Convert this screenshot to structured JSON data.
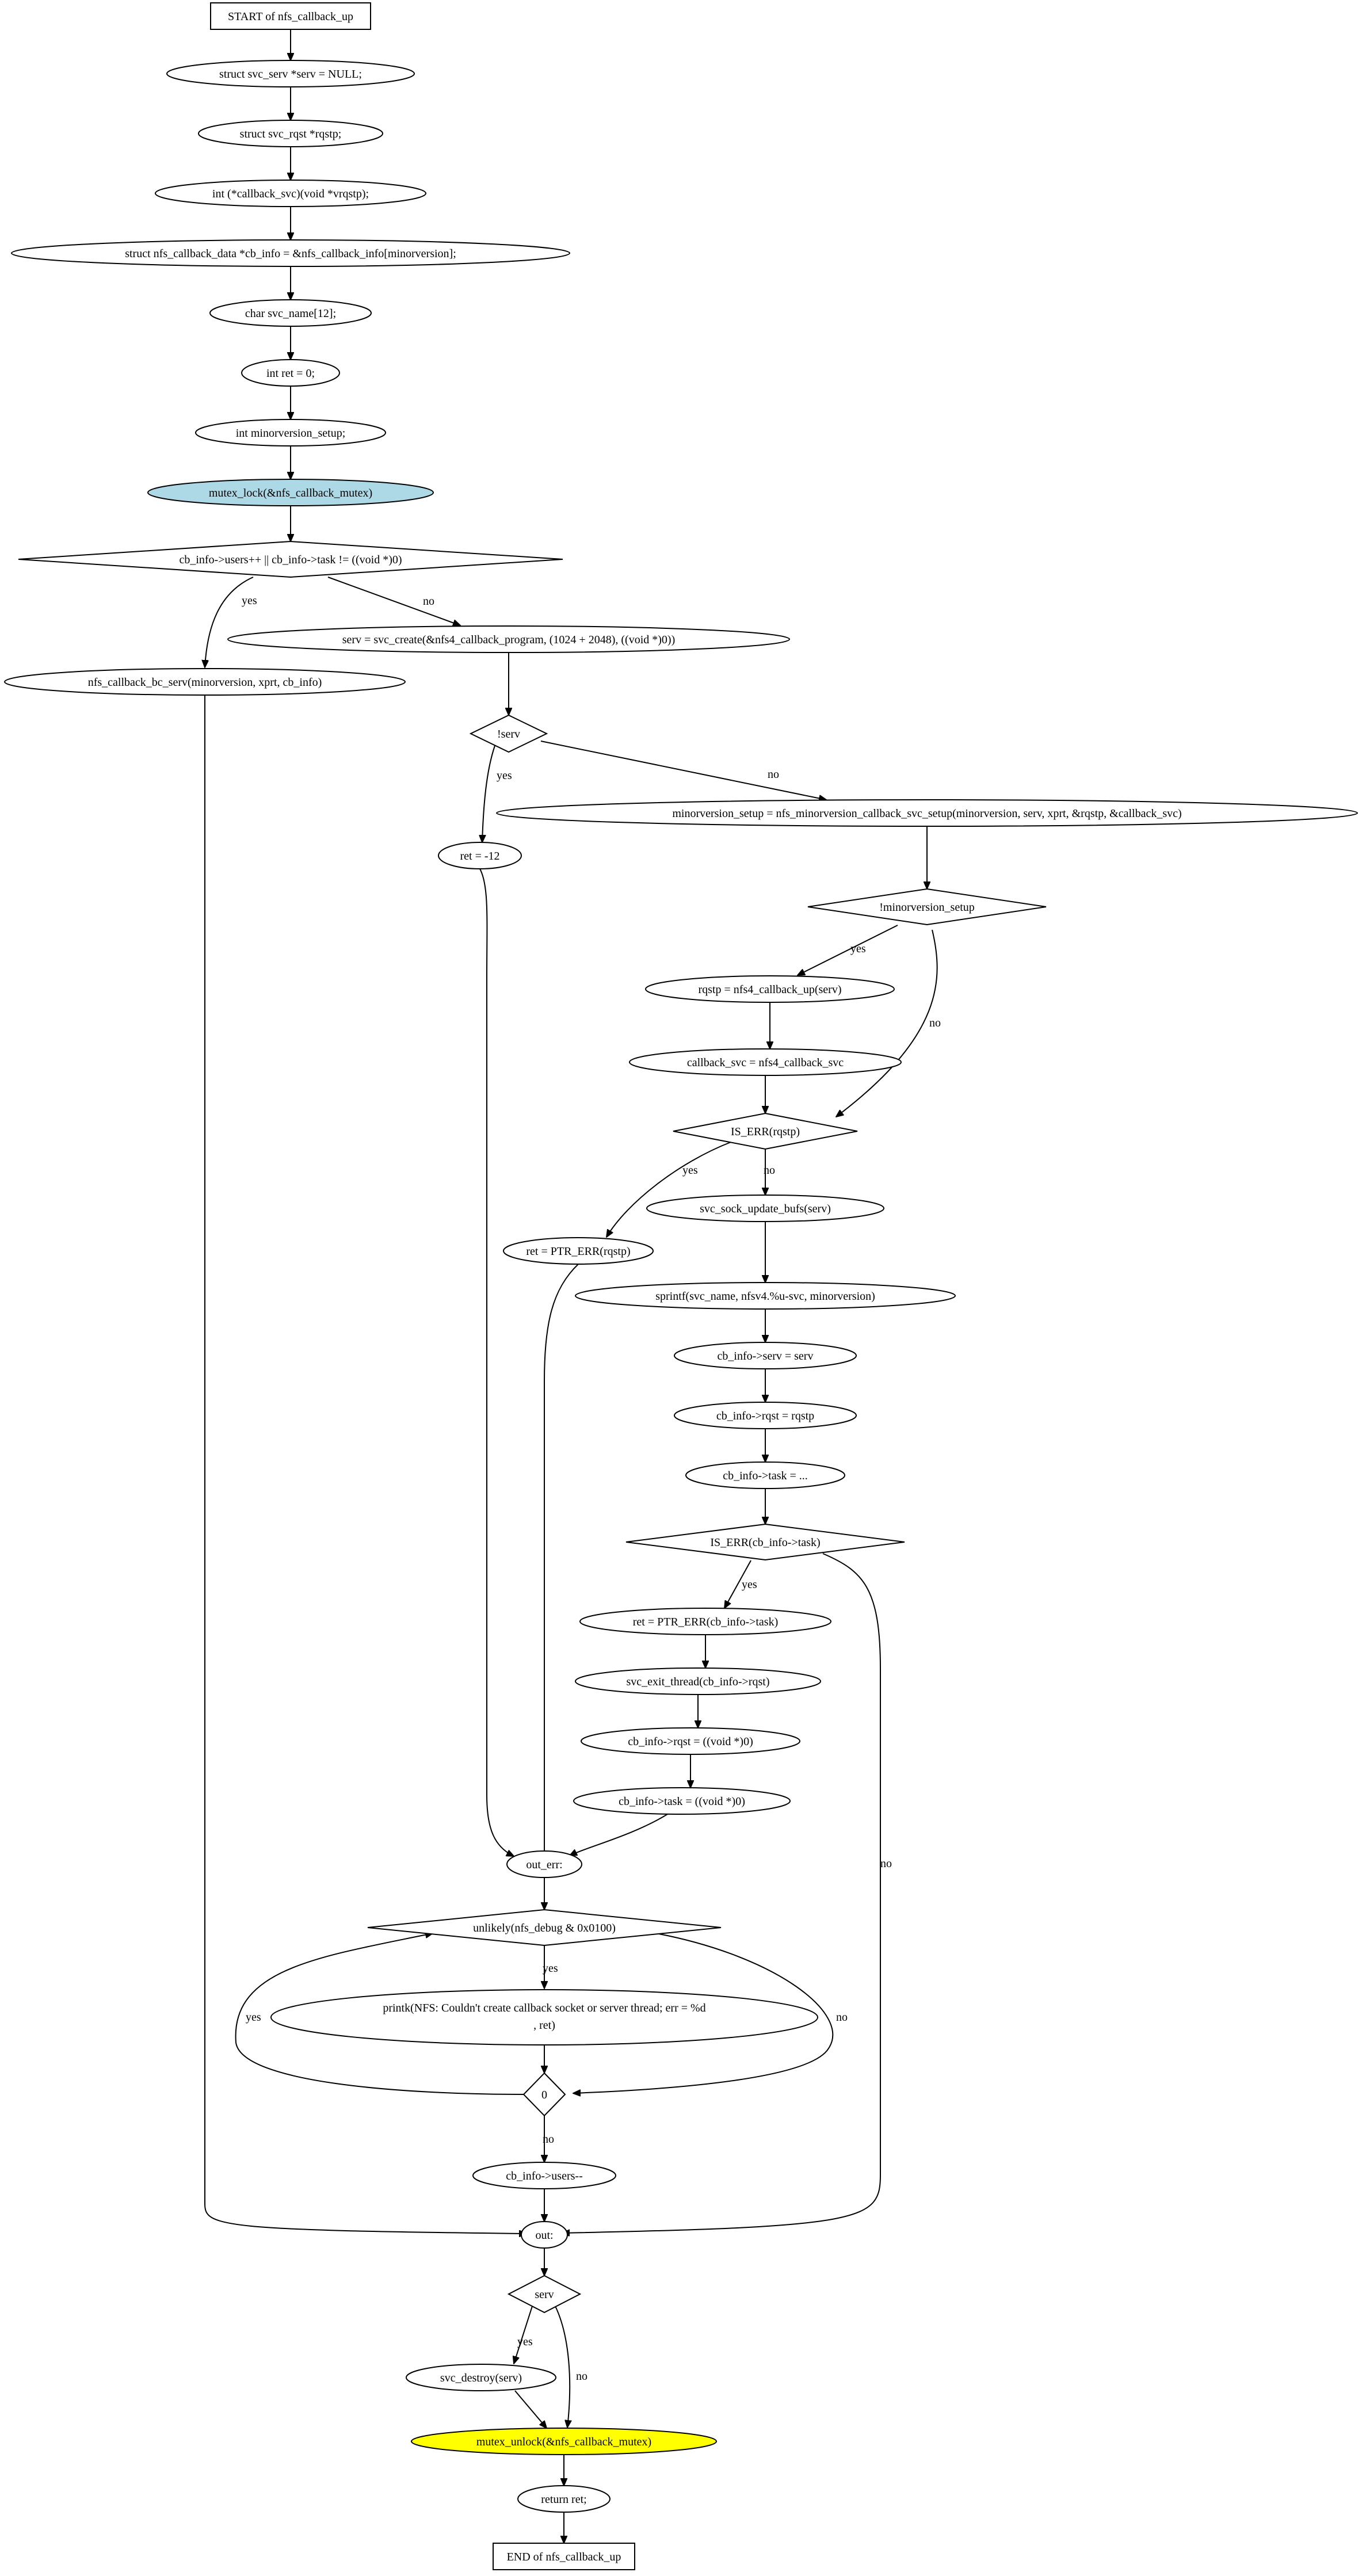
{
  "colors": {
    "background": "#ffffff",
    "line": "#000000",
    "node_fill": "#ffffff",
    "mutex_lock_fill": "#add8e6",
    "mutex_unlock_fill": "#ffff00"
  },
  "nodes": {
    "start": "START of nfs_callback_up",
    "serv_decl": "struct svc_serv *serv = NULL;",
    "rqstp_decl": "struct svc_rqst *rqstp;",
    "callback_svc_decl": "int (*callback_svc)(void *vrqstp);",
    "cb_info_decl": "struct nfs_callback_data *cb_info = &nfs_callback_info[minorversion];",
    "svc_name_decl": "char svc_name[12];",
    "ret_decl": "int ret = 0;",
    "minorversion_setup_decl": "int minorversion_setup;",
    "mutex_lock": "mutex_lock(&nfs_callback_mutex)",
    "users_check": "cb_info->users++ || cb_info->task != ((void *)0)",
    "bc_serv": "nfs_callback_bc_serv(minorversion, xprt, cb_info)",
    "svc_create": "serv = svc_create(&nfs4_callback_program, (1024 + 2048), ((void *)0))",
    "not_serv": "!serv",
    "ret_minus12": "ret = -12",
    "minorversion_setup_call": "minorversion_setup = nfs_minorversion_callback_svc_setup(minorversion, serv, xprt, &rqstp, &callback_svc)",
    "not_minorversion_setup": "!minorversion_setup",
    "rqstp_up": "rqstp = nfs4_callback_up(serv)",
    "callback_svc_assign": "callback_svc = nfs4_callback_svc",
    "is_err_rqstp": "IS_ERR(rqstp)",
    "ret_ptr_err_rqstp": "ret = PTR_ERR(rqstp)",
    "svc_sock_update": "svc_sock_update_bufs(serv)",
    "sprintf": "sprintf(svc_name, nfsv4.%u-svc, minorversion)",
    "cb_serv": "cb_info->serv = serv",
    "cb_rqst": "cb_info->rqst = rqstp",
    "cb_task": "cb_info->task = ...",
    "is_err_task": "IS_ERR(cb_info->task)",
    "ret_ptr_err_task": "ret = PTR_ERR(cb_info->task)",
    "svc_exit_thread": "svc_exit_thread(cb_info->rqst)",
    "cb_rqst_null": "cb_info->rqst = ((void *)0)",
    "cb_task_null": "cb_info->task = ((void *)0)",
    "out_err": "out_err:",
    "unlikely": "unlikely(nfs_debug & 0x0100)",
    "printk_line1": "printk(NFS: Couldn't create callback socket or server thread; err = %d",
    "printk_line2": ", ret)",
    "zero": "0",
    "users_dec": "cb_info->users--",
    "out": "out:",
    "serv_check": "serv",
    "svc_destroy": "svc_destroy(serv)",
    "mutex_unlock": "mutex_unlock(&nfs_callback_mutex)",
    "return_ret": "return ret;",
    "end": "END of nfs_callback_up"
  },
  "edge_labels": {
    "users_yes": "yes",
    "users_no": "no",
    "serv_yes": "yes",
    "serv_no": "no",
    "setup_yes": "yes",
    "setup_no": "no",
    "rqstp_yes": "yes",
    "rqstp_no": "no",
    "task_yes": "yes",
    "task_no": "no",
    "unlikely_yes": "yes",
    "unlikely_no": "no",
    "loop_yes": "yes",
    "zero_no": "no",
    "serv_check_yes": "yes",
    "serv_check_no": "no"
  }
}
